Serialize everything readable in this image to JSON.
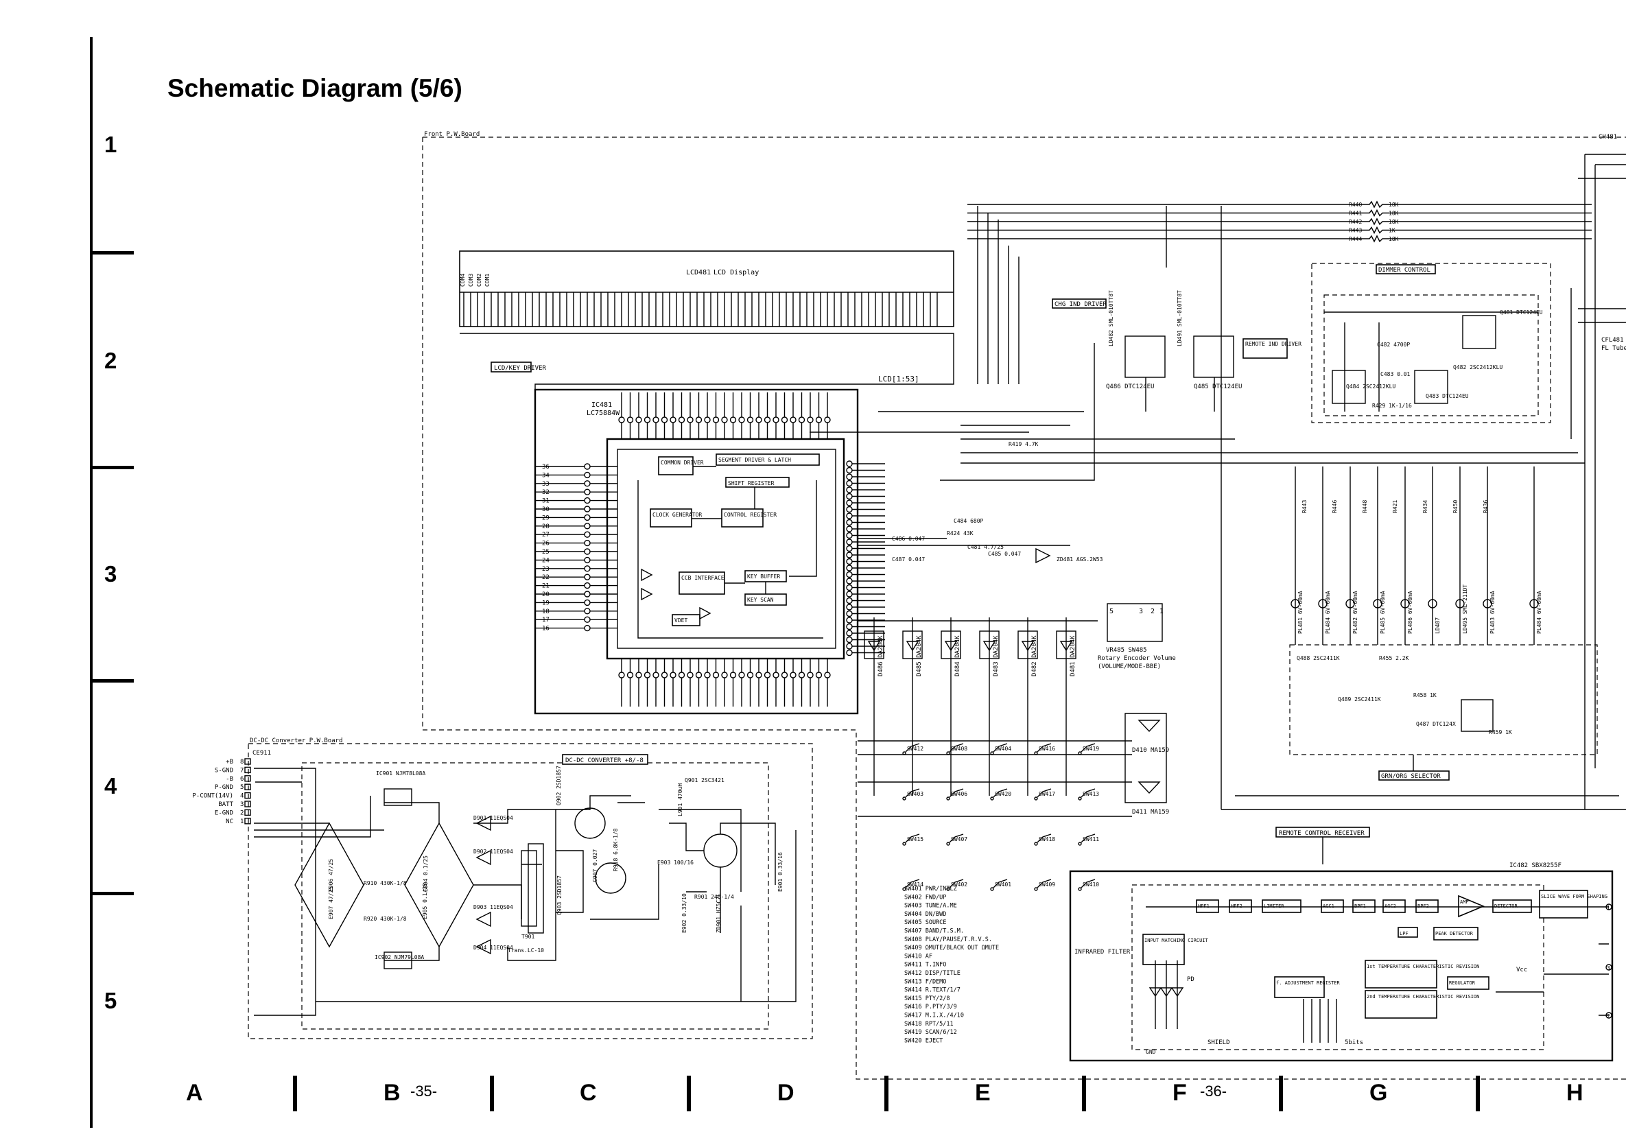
{
  "title": "Schematic Diagram (5/6)",
  "rows": [
    "1",
    "2",
    "3",
    "4",
    "5"
  ],
  "columns": [
    "A",
    "B",
    "C",
    "D",
    "E",
    "F",
    "G",
    "H"
  ],
  "page_numbers": {
    "left": "-35-",
    "right": "-36-"
  },
  "front_board": {
    "label": "Front P.W.Board",
    "connector": "CH481",
    "lcd": {
      "ref": "LCD481",
      "name": "LCD Display",
      "bus": "LCD[1:53]",
      "coms": [
        "COM4",
        "COM3",
        "COM2",
        "COM1"
      ]
    },
    "lcd_driver": {
      "label": "LCD/KEY DRIVER",
      "ic": "IC481",
      "part": "LC75884W",
      "blocks": [
        "COMMON DRIVER",
        "SEGMENT DRIVER & LATCH",
        "SHIFT REGISTER",
        "CLOCK GENERATOR",
        "CONTROL REGISTER",
        "CCB INTERFACE",
        "KEY BUFFER",
        "KEY SCAN",
        "VDET"
      ],
      "left_pins": [
        "36",
        "34",
        "33",
        "32",
        "31",
        "30",
        "29",
        "28",
        "27",
        "26",
        "25",
        "24",
        "23",
        "22",
        "21",
        "20",
        "19",
        "18",
        "17",
        "16"
      ]
    },
    "chg_ind_driver": {
      "label": "CHG IND DRIVER",
      "led": "LD482 SML-010TT8T",
      "transistor": "Q486 DTC124EU"
    },
    "remote_ind_driver": {
      "label": "REMOTE IND DRIVER",
      "led": "LD491 SML-010TT8T",
      "transistor": "Q485 DTC124EU"
    },
    "resistors_top": [
      {
        "ref": "R440",
        "val": "18K"
      },
      {
        "ref": "R441",
        "val": "18K"
      },
      {
        "ref": "R442",
        "val": "18K"
      },
      {
        "ref": "R443",
        "val": "1K"
      },
      {
        "ref": "R444",
        "val": "18K"
      }
    ],
    "dimmer_control": {
      "label": "DIMMER CONTROL",
      "parts": [
        "Q481 DTC124EU",
        "C482 4700P",
        "C483 0.01",
        "Q482 2SC2412KLU",
        "Q484 2SC2412KLU",
        "Q483 DTC124EU",
        "R429 1K-1/16"
      ]
    },
    "fl_tube": {
      "ref": "CFL481",
      "name": "FL Tube"
    },
    "rotary": {
      "ref": "VR485 SW485",
      "name": "Rotary Encoder Volume",
      "sub": "(VOLUME/MODE-BBE)"
    },
    "zener": "ZD481 AGS.2W53",
    "r419": "R419 4.7K",
    "misc": [
      "C484 680P",
      "R424 43K",
      "C486 0.047",
      "C487 0.047",
      "C481 4.7/25",
      "C485 0.047"
    ],
    "diodes": [
      "D486 DA204K",
      "D485 DA204K",
      "D484 DA204K",
      "D483 DA204K",
      "D482 DA204K",
      "D481 DA204K"
    ],
    "switch_grid": [
      [
        "SW412",
        "SW408",
        "SW404",
        "SW416",
        "SW419"
      ],
      [
        "SW403",
        "SW406",
        "SW420",
        "SW417",
        "SW413"
      ],
      [
        "SW415",
        "SW407",
        "",
        "SW418",
        "SW411"
      ],
      [
        "SW414",
        "SW402",
        "SW401",
        "SW409",
        "SW410"
      ]
    ],
    "grid_diodes": [
      "D410 MA159",
      "D411 MA159"
    ],
    "lamps": [
      "PL481 6V-60mA",
      "PL484 6V-60mA",
      "PL482 6V-60mA",
      "PL485 6V-60mA",
      "PL486 6V-60mA",
      "LD487",
      "LD495 SML-211DT",
      "PL483 6V-60mA",
      "PL484 6V-60mA"
    ],
    "grn_org_selector": {
      "label": "GRN/ORG SELECTOR",
      "parts": [
        "Q488 2SC2411K",
        "R455 2.2K",
        "Q489 2SC2411K",
        "R458 1K",
        "Q487 DTC124X",
        "R459 1K"
      ]
    },
    "switch_legend": [
      "SW401 PWR/INTLZ",
      "SW402 FWD/UP",
      "SW403 TUNE/A.ME",
      "SW404 DN/BWD",
      "SW405 SOURCE",
      "SW407 BAND/T.S.M.",
      "SW408 PLAY/PAUSE/T.R.V.S.",
      "SW409 ΩMUTE/BLACK OUT ΩMUTE",
      "SW410 AF",
      "SW411 T.INFO",
      "SW412 DISP/TITLE",
      "SW413 F/DEMO",
      "SW414 R.TEXT/1/7",
      "SW415 PTY/2/8",
      "SW416 P.PTY/3/9",
      "SW417 M.I.X./4/10",
      "SW418 RPT/5/11",
      "SW419 SCAN/6/12",
      "SW420 EJECT"
    ]
  },
  "dcdc_board": {
    "label": "DC-DC Converter P.W.Board",
    "connector": "CE911",
    "section": "DC-DC CONVERTER +8/-8",
    "pins": [
      {
        "n": "8",
        "name": "+B"
      },
      {
        "n": "7",
        "name": "S-GND"
      },
      {
        "n": "6",
        "name": "-B"
      },
      {
        "n": "5",
        "name": "P-GND"
      },
      {
        "n": "4",
        "name": "P-CONT(14V)"
      },
      {
        "n": "3",
        "name": "BATT"
      },
      {
        "n": "2",
        "name": "E-GND"
      },
      {
        "n": "1",
        "name": "NC"
      }
    ],
    "parts": [
      "IC901 NJM78L08A",
      "IC902 NJM79L08A",
      "E906 47/25",
      "E907 47/25",
      "E904 0.1/25",
      "E905 0.1/25",
      "R910 430K-1/8",
      "R920 430K-1/8",
      "D901 11EQS04",
      "D902 11EQS04",
      "D903 11EQS04",
      "D904 11EQS04",
      "T901",
      "Trans.LC-10",
      "Q902 2SD1857",
      "Q903 2SD1857",
      "Q901 2SC3421",
      "L901 470uH",
      "R918 6.8K-1/8",
      "C907 0.027",
      "E903 100/16",
      "R901 240-1/4",
      "E902 0.33/10",
      "ZD901 HZ5C2L",
      "E901 0.33/16"
    ]
  },
  "remote_receiver": {
    "label": "REMOTE CONTROL RECEIVER",
    "ic": "IC482 SBX8255F",
    "blocks": [
      "HPF1",
      "HPF2",
      "LIMITER",
      "AGC1",
      "BPF1",
      "AGC2",
      "BPF2",
      "AMP",
      "DETECTOR",
      "SLICE WAVE FORM SHAPING",
      "LPF",
      "PEAK DETECTOR",
      "INPUT MATCHING CIRCUIT",
      "f. ADJUSTMENT REGISTER",
      "1st TEMPERATURE CHARACTERISTIC REVISION",
      "2nd TEMPERATURE CHARACTERISTIC REVISION",
      "REGULATOR"
    ],
    "labels": [
      "INFRARED FILTER",
      "PD",
      "SHIELD",
      "5bits",
      "Vcc",
      "GND"
    ],
    "pins": [
      "1",
      "2",
      "3"
    ]
  }
}
